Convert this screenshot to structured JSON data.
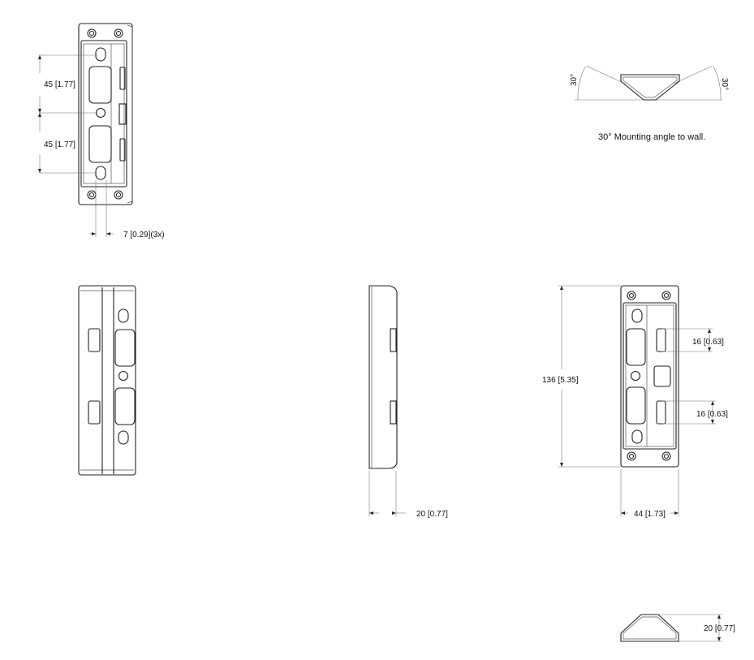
{
  "drawing": {
    "front_view": {
      "dim_upper": "45  [1.77]",
      "dim_lower": "45  [1.77]",
      "dim_slot": "7  [0.29](3x)"
    },
    "angle_view": {
      "angle_left": "30°",
      "angle_right": "30°",
      "caption": "30°  Mounting angle to wall."
    },
    "side_view": {
      "dim_depth": "20  [0.77]"
    },
    "back_view": {
      "dim_height": "136  [5.35]",
      "dim_notch_upper": "16  [0.63]",
      "dim_notch_lower": "16  [0.63]",
      "dim_width": "44  [1.73]"
    },
    "end_view": {
      "dim_depth": "20  [0.77]"
    }
  }
}
